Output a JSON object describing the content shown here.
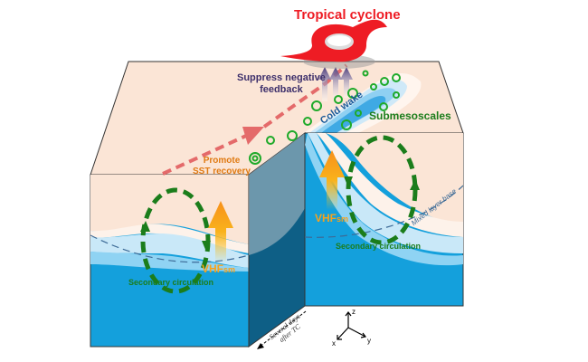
{
  "labels": {
    "tropical_cyclone": "Tropical cyclone",
    "suppress_line1": "Suppress negative",
    "suppress_line2": "feedback",
    "cold_wake": "Cold wake",
    "submesoscales": "Submesoscales",
    "promote_line1": "Promote",
    "promote_line2": "SST recovery",
    "vhf_left": "VHF",
    "vhf_left_sub": "sm",
    "vhf_right": "VHF",
    "vhf_right_sub": "sm",
    "secondary_left": "Secondary circulation",
    "secondary_right": "Secondary circulation",
    "mixed_layer_base": "Mixed layer base",
    "time_line1": "Several days",
    "time_line2": "after TC",
    "axis_z": "z",
    "axis_x": "x",
    "axis_y": "y"
  },
  "colors": {
    "cyclone": "#ee1c24",
    "surface": "#fbe5d6",
    "ocean": "#14a0dc",
    "cold_wake": "#4db3e8",
    "circulation": "#1b7d1b",
    "vhf_arrow": "#f7a21b",
    "promote_arrow": "#e46a6a",
    "suppress_arrow": "#4b3a7a",
    "promote_text": "#e07a12",
    "suppress_text": "#3d2f6b"
  }
}
